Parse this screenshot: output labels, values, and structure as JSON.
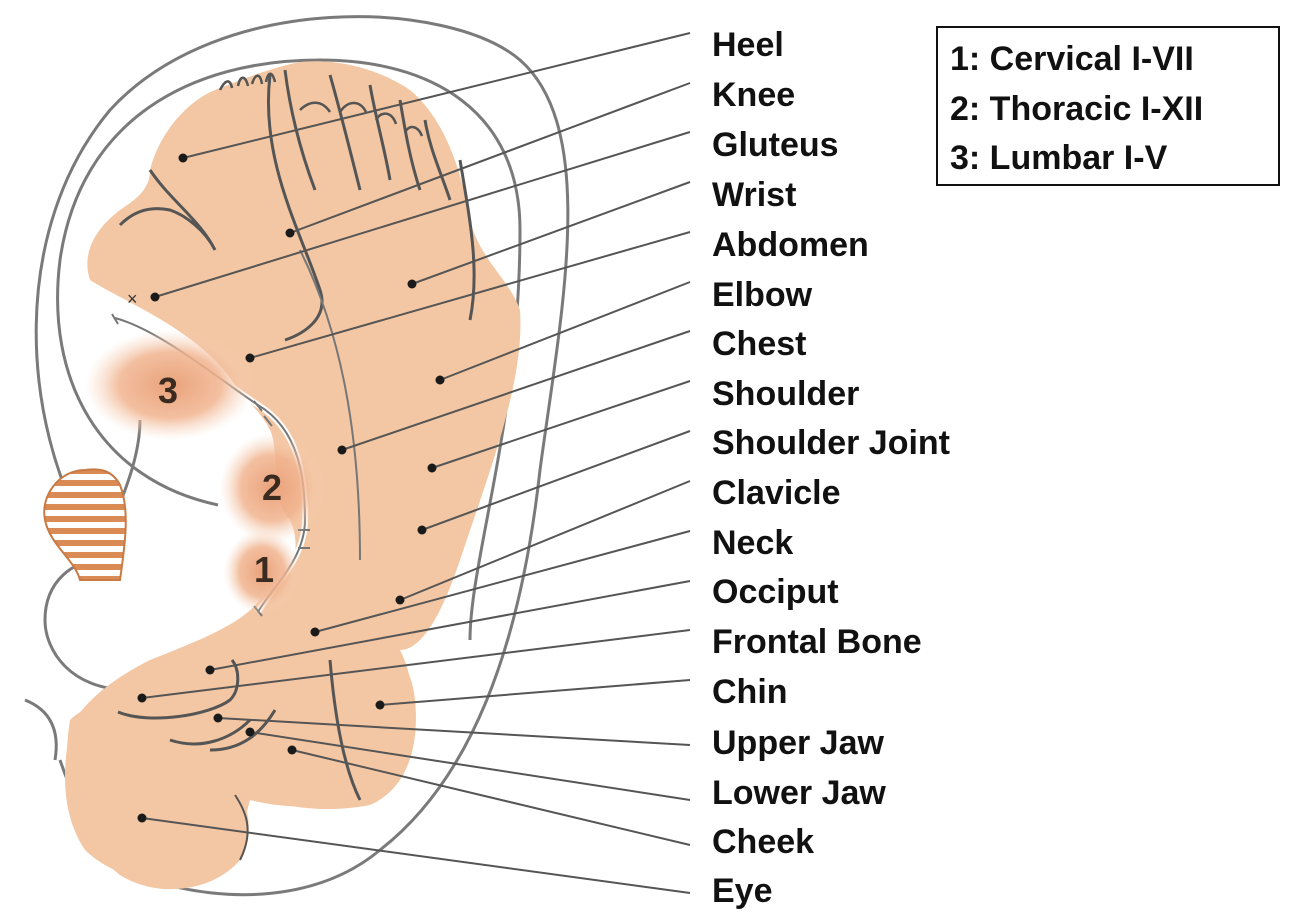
{
  "colors": {
    "skin": "#f3c7a3",
    "skin_dark": "#e9a17a",
    "outline": "#7a7a7a",
    "line": "#555555",
    "dot": "#1a1a1a",
    "stripe": "#d98a55",
    "text": "#111111"
  },
  "labels": [
    {
      "id": "heel",
      "text": "Heel"
    },
    {
      "id": "knee",
      "text": "Knee"
    },
    {
      "id": "gluteus",
      "text": "Gluteus"
    },
    {
      "id": "wrist",
      "text": "Wrist"
    },
    {
      "id": "abdomen",
      "text": "Abdomen"
    },
    {
      "id": "elbow",
      "text": "Elbow"
    },
    {
      "id": "chest",
      "text": "Chest"
    },
    {
      "id": "shoulder",
      "text": "Shoulder"
    },
    {
      "id": "shoulder-joint",
      "text": "Shoulder Joint"
    },
    {
      "id": "clavicle",
      "text": "Clavicle"
    },
    {
      "id": "neck",
      "text": "Neck"
    },
    {
      "id": "occiput",
      "text": "Occiput"
    },
    {
      "id": "frontal-bone",
      "text": "Frontal Bone"
    },
    {
      "id": "chin",
      "text": "Chin"
    },
    {
      "id": "upper-jaw",
      "text": "Upper Jaw"
    },
    {
      "id": "lower-jaw",
      "text": "Lower Jaw"
    },
    {
      "id": "cheek",
      "text": "Cheek"
    },
    {
      "id": "eye",
      "text": "Eye"
    }
  ],
  "legend": [
    {
      "text": "1: Cervical I-VII"
    },
    {
      "text": "2: Thoracic I-XII"
    },
    {
      "text": "3: Lumbar I-V"
    }
  ],
  "zones": [
    {
      "text": "3"
    },
    {
      "text": "2"
    },
    {
      "text": "1"
    }
  ]
}
